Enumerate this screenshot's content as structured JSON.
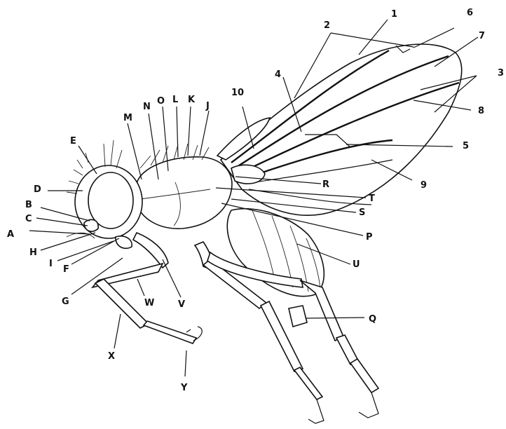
{
  "diagram": {
    "labels": {
      "n1": "1",
      "n2": "2",
      "n3": "3",
      "n4": "4",
      "n5": "5",
      "n6": "6",
      "n7": "7",
      "n8": "8",
      "n9": "9",
      "n10": "10",
      "A": "A",
      "B": "B",
      "C": "C",
      "D": "D",
      "E": "E",
      "F": "F",
      "G": "G",
      "H": "H",
      "I": "I",
      "J": "J",
      "K": "K",
      "L": "L",
      "M": "M",
      "N": "N",
      "O": "O",
      "P": "P",
      "Q": "Q",
      "R": "R",
      "S": "S",
      "T": "T",
      "U": "U",
      "V": "V",
      "W": "W",
      "X": "X",
      "Y": "Y"
    }
  }
}
